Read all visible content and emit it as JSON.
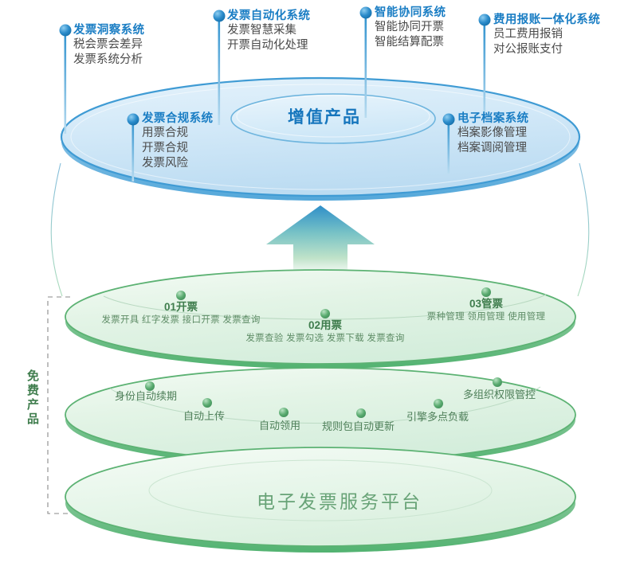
{
  "top_section": {
    "disc_title": "增值产品",
    "accent_color": "#1b7ec4",
    "callouts": [
      {
        "title": "发票洞察系统",
        "lines": [
          "税会票会差异",
          "发票系统分析"
        ]
      },
      {
        "title": "发票自动化系统",
        "lines": [
          "发票智慧采集",
          "开票自动化处理"
        ]
      },
      {
        "title": "智能协同系统",
        "lines": [
          "智能协同开票",
          "智能结算配票"
        ]
      },
      {
        "title": "费用报账一体化系统",
        "lines": [
          "员工费用报销",
          "对公报账支付"
        ]
      },
      {
        "title": "发票合规系统",
        "lines": [
          "用票合规",
          "开票合规",
          "发票风险"
        ]
      },
      {
        "title": "电子档案系统",
        "lines": [
          "档案影像管理",
          "档案调阅管理"
        ]
      }
    ]
  },
  "bracket": {
    "label": "免费产品"
  },
  "layer_one": {
    "accent_color": "#3f7d4d",
    "groups": [
      {
        "title": "01开票",
        "items": "发票开具  红字发票  接口开票  发票查询"
      },
      {
        "title": "02用票",
        "items": "发票查验  发票勾选  发票下载  发票查询"
      },
      {
        "title": "03管票",
        "items": "票种管理  领用管理  使用管理"
      }
    ]
  },
  "layer_two": {
    "accent_color": "#4e7f59",
    "items": [
      "身份自动续期",
      "自动上传",
      "自动领用",
      "规则包自动更新",
      "引擎多点负载",
      "多组织权限管控"
    ]
  },
  "layer_three": {
    "label": "电子发票服务平台",
    "accent_color": "#68a377"
  }
}
